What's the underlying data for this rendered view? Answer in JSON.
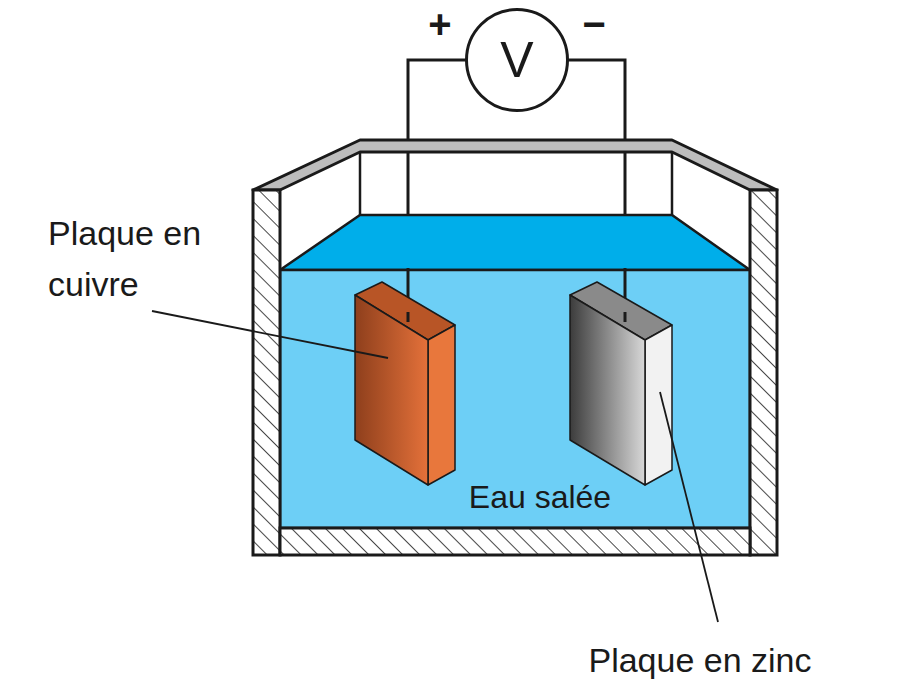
{
  "diagram": {
    "nodes": [
      {
        "text": [
          "V"
        ]
      }
    ],
    "labels": [
      "+",
      "−",
      "Plaque en cuivre",
      "Eau salée",
      "Plaque en zinc"
    ]
  }
}
